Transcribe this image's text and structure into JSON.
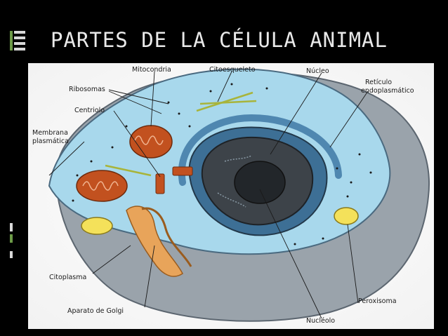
{
  "slide": {
    "title": "PARTES DE LA CÉLULA ANIMAL"
  },
  "labels": {
    "mitocondria": "Mitocondria",
    "citoesqueleto": "Citoesqueleto",
    "nucleo": "Núcleo",
    "ribosomas": "Ribosomas",
    "reticulo_1": "Retículo",
    "reticulo_2": "endoplasmático",
    "centriolo": "Centriolo",
    "membrana_1": "Membrana",
    "membrana_2": "plasmática",
    "citoplasma": "Citoplasma",
    "peroxisoma": "Peroxisoma",
    "golgi": "Aparato de Golgi",
    "nucleolo": "Nucléolo"
  },
  "colors": {
    "background": "#000000",
    "title": "#e9e9e9",
    "accent_green": "#3a6b2a",
    "cytoplasm": "#a8d8ec",
    "shadow_gray": "#9aa3ab",
    "mitochondria": "#c2511f",
    "golgi": "#e8a45a",
    "nucleus_dark": "#3d4349",
    "nucleus_blue": "#3d6f95",
    "peroxisome": "#f4e15a"
  }
}
